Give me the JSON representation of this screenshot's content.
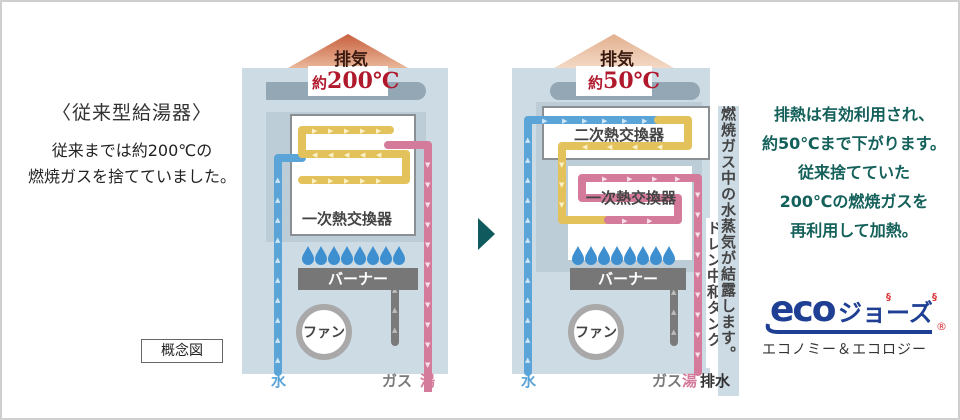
{
  "left_panel": {
    "title": "〈従来型給湯器〉",
    "description_line1": "従来までは約200℃の",
    "description_line2": "燃焼ガスを捨てていました。",
    "concept_label": "概念図"
  },
  "conventional_unit": {
    "exhaust_label": "排気",
    "exhaust_temp_prefix": "約",
    "exhaust_temp": "200℃",
    "primary_hx_label": "一次熱交換器",
    "burner_label": "バーナー",
    "fan_label": "ファン",
    "pipe_labels": {
      "water": "水",
      "gas": "ガス",
      "hot_water": "湯"
    }
  },
  "arrow_icon": "right-triangle",
  "eco_unit": {
    "exhaust_label": "排気",
    "exhaust_temp_prefix": "約",
    "exhaust_temp": "50℃",
    "secondary_hx_label": "二次熱交換器",
    "primary_hx_label": "一次熱交換器",
    "burner_label": "バーナー",
    "fan_label": "ファン",
    "condensation_note": "燃焼ガス中の水蒸気が結露します。",
    "drain_tank_label": "ドレン中和タンク",
    "pipe_labels": {
      "water": "水",
      "gas": "ガス",
      "hot_water": "湯",
      "drain": "排水"
    }
  },
  "right_panel": {
    "description": [
      "排熱は有効利用され、",
      "約50℃まで下がります。",
      "従来捨てていた",
      "200℃の燃焼ガスを",
      "再利用して加熱。"
    ],
    "logo_text": "eco",
    "logo_katakana": "ジョーズ",
    "logo_registered": "®",
    "logo_subtitle": "エコノミー＆エコロジー"
  },
  "colors": {
    "water_pipe": "#5ba4d8",
    "hot_pipe": "#d47a9b",
    "warm_pipe": "#e3c25c",
    "gas_pipe": "#7a7a7a",
    "flame": "#3d8fd0",
    "exhaust_hot": "#c8714f",
    "exhaust_cool": "#e7bfa0",
    "temp_text": "#b0182c",
    "teal_text": "#14605a",
    "logo_blue": "#1e3f93",
    "logo_red": "#d8343b"
  }
}
